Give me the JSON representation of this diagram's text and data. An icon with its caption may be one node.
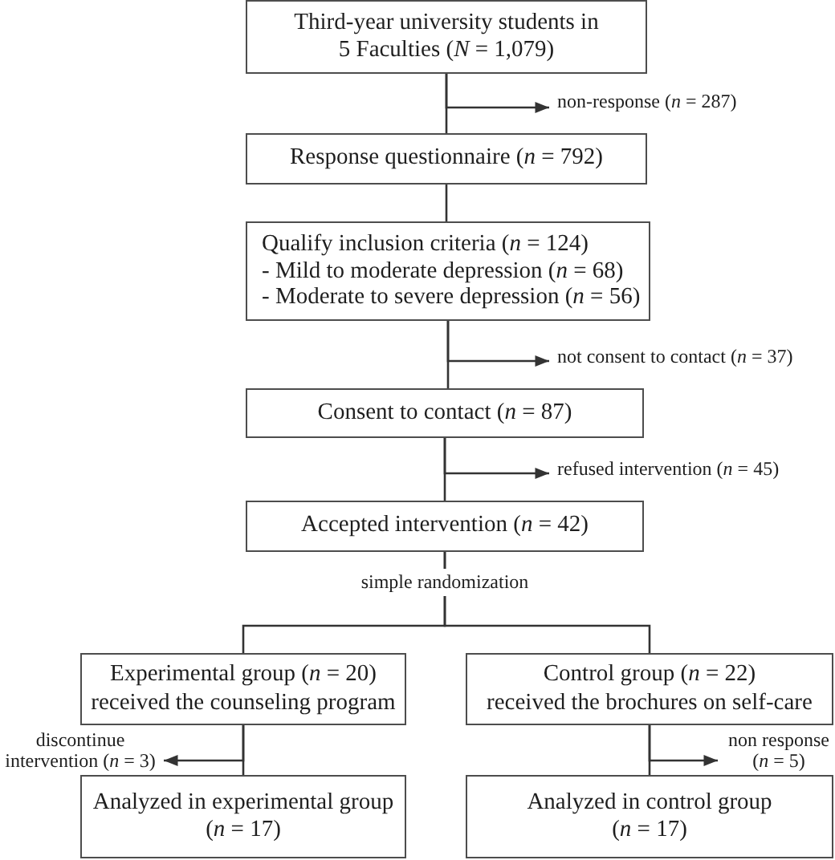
{
  "diagram": {
    "nodes": [
      {
        "text": [
          "Third-year university students in 5 Faculties (*N* = 1,079)"
        ]
      },
      {
        "text": [
          "non-response (*n* = 287)"
        ]
      },
      {
        "text": [
          "Response questionnaire (*n* = 792)"
        ]
      },
      {
        "text": [
          "Qualify inclusion criteria (*n* = 124)",
          "- Mild to moderate depression (*n* = 68)",
          "- Moderate to severe depression (*n* = 56)"
        ]
      },
      {
        "text": [
          "not consent to contact (*n* = 37)"
        ]
      },
      {
        "text": [
          "Consent to contact (*n* = 87)"
        ]
      },
      {
        "text": [
          "refused intervention (*n* = 45)"
        ]
      },
      {
        "text": [
          "Accepted intervention (*n* = 42)"
        ]
      },
      {
        "text": [
          "Experimental group (*n* = 20)",
          "received the counseling program"
        ]
      },
      {
        "text": [
          "Control group (*n* = 22)",
          "received the brochures on self-care"
        ]
      },
      {
        "text": [
          "discontinue intervention (*n* = 3)"
        ]
      },
      {
        "text": [
          "non response (*n* = 5)"
        ]
      },
      {
        "text": [
          "Analyzed in experimental group (*n* = 17)"
        ]
      },
      {
        "text": [
          "Analyzed in control group (*n* = 17)"
        ]
      }
    ],
    "edges": [
      {
        "from": 0,
        "to": 2,
        "arrow": "none"
      },
      {
        "from": 0,
        "to": 1,
        "arrow": "to"
      },
      {
        "from": 2,
        "to": 3,
        "arrow": "none"
      },
      {
        "from": 3,
        "to": 5,
        "arrow": "none"
      },
      {
        "from": 3,
        "to": 4,
        "arrow": "to"
      },
      {
        "from": 5,
        "to": 7,
        "arrow": "none"
      },
      {
        "from": 5,
        "to": 6,
        "arrow": "to"
      },
      {
        "from": 7,
        "to": 8,
        "arrow": "none",
        "label": "simple randomization"
      },
      {
        "from": 7,
        "to": 9,
        "arrow": "none"
      },
      {
        "from": 8,
        "to": 12,
        "arrow": "none"
      },
      {
        "from": 8,
        "to": 10,
        "arrow": "to"
      },
      {
        "from": 9,
        "to": 13,
        "arrow": "none"
      },
      {
        "from": 9,
        "to": 11,
        "arrow": "to"
      }
    ]
  }
}
